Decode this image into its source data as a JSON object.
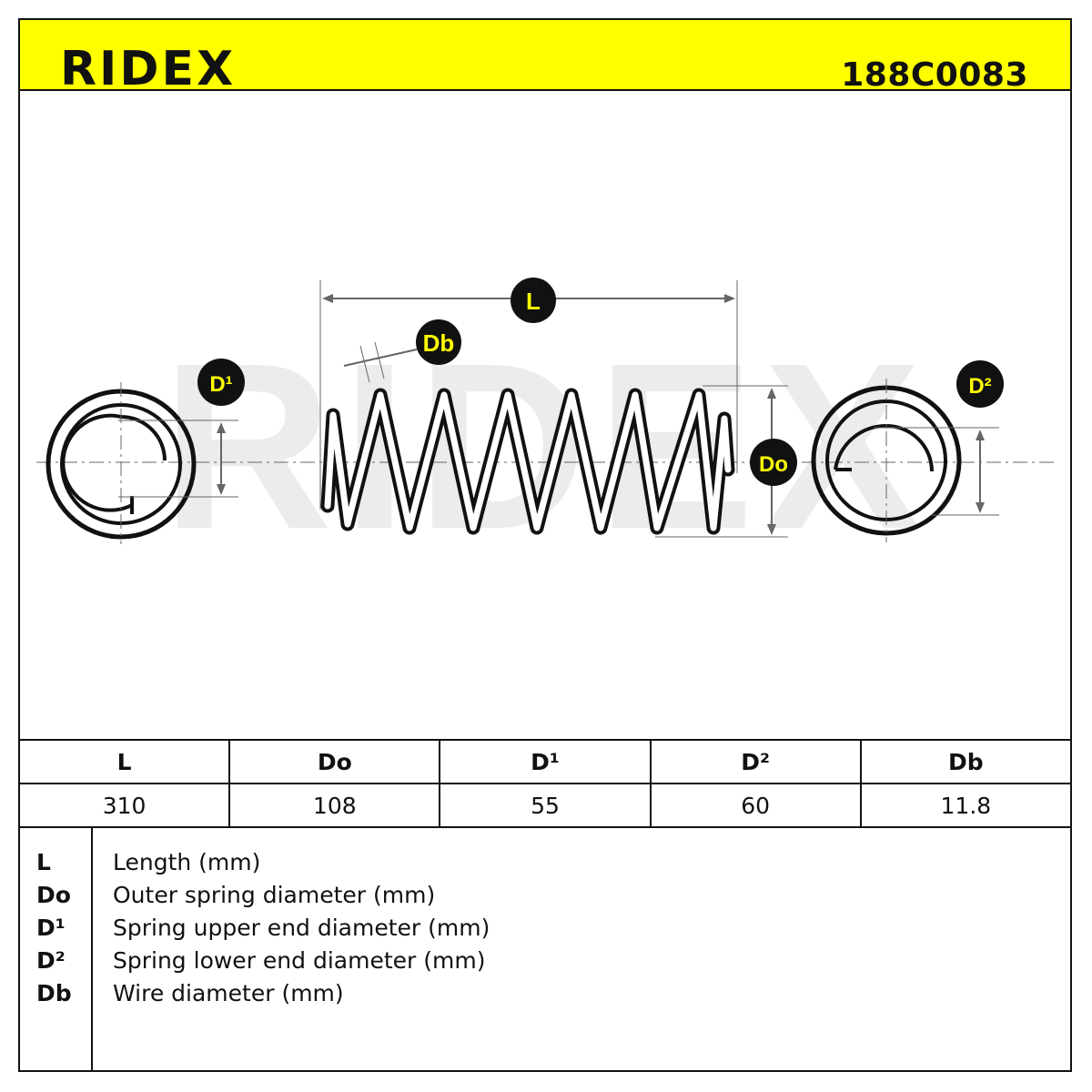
{
  "header": {
    "brand": "RIDEX",
    "part_number": "188C0083",
    "background_color": "#ffff00"
  },
  "diagram": {
    "labels": {
      "length": "L",
      "wire_diameter": "Db",
      "outer_diameter": "Do",
      "upper_end_diameter": "D¹",
      "lower_end_diameter": "D²"
    },
    "watermark": "RIDEX"
  },
  "table": {
    "headers": [
      "L",
      "Do",
      "D¹",
      "D²",
      "Db"
    ],
    "values": [
      "310",
      "108",
      "55",
      "60",
      "11.8"
    ]
  },
  "legend": [
    {
      "symbol": "L",
      "description": "Length (mm)"
    },
    {
      "symbol": "Do",
      "description": "Outer spring diameter (mm)"
    },
    {
      "symbol": "D¹",
      "description": "Spring upper end diameter (mm)"
    },
    {
      "symbol": "D²",
      "description": "Spring lower end diameter (mm)"
    },
    {
      "symbol": "Db",
      "description": "Wire diameter (mm)"
    }
  ]
}
